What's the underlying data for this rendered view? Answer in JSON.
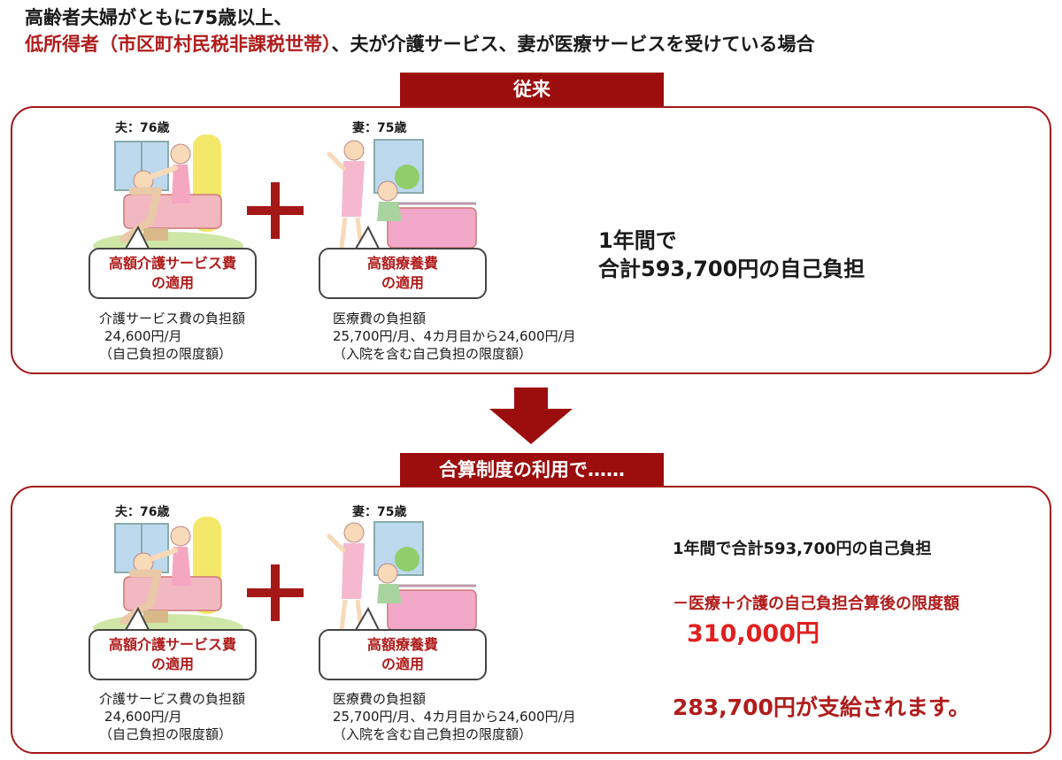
{
  "header": {
    "line1": "高齢者夫婦がともに75歳以上、",
    "line2_red": "低所得者（市区町村民税非課税世帯）",
    "line2_rest": "、夫が介護サービス、妻が医療サービスを受けている場合"
  },
  "before": {
    "banner": "従来",
    "husband_label": "夫：76歳",
    "wife_label": "妻：75歳",
    "care_callout_1": "高額介護サービス費",
    "care_callout_2": "の適用",
    "medical_callout_1": "高額療養費",
    "medical_callout_2": "の適用",
    "care_detail_1": "介護サービス費の負担額",
    "care_detail_2": "24,600円/月",
    "care_detail_3": "（自己負担の限度額）",
    "medical_detail_1": "医療費の負担額",
    "medical_detail_2": "25,700円/月、4カ月目から24,600円/月",
    "medical_detail_3": "（入院を含む自己負担の限度額）",
    "summary_1": "1年間で",
    "summary_2": "合計593,700円の自己負担"
  },
  "after": {
    "banner": "合算制度の利用で……",
    "husband_label": "夫：76歳",
    "wife_label": "妻：75歳",
    "care_callout_1": "高額介護サービス費",
    "care_callout_2": "の適用",
    "medical_callout_1": "高額療養費",
    "medical_callout_2": "の適用",
    "care_detail_1": "介護サービス費の負担額",
    "care_detail_2": "24,600円/月",
    "care_detail_3": "（自己負担の限度額）",
    "medical_detail_1": "医療費の負担額",
    "medical_detail_2": "25,700円/月、4カ月目から24,600円/月",
    "medical_detail_3": "（入院を含む自己負担の限度額）",
    "total": "1年間で合計593,700円の自己負担",
    "limit_label": "－医療＋介護の自己負担合算後の限度額",
    "limit_value": "310,000円",
    "refund": "283,700円が支給されます。"
  },
  "colors": {
    "accent": "#9c0d0d",
    "text_red": "#b01c1c",
    "bright_red": "#e02020"
  },
  "icons": [
    "care-bath-illustration",
    "nurse-bed-illustration",
    "plus-icon",
    "down-arrow-icon"
  ]
}
